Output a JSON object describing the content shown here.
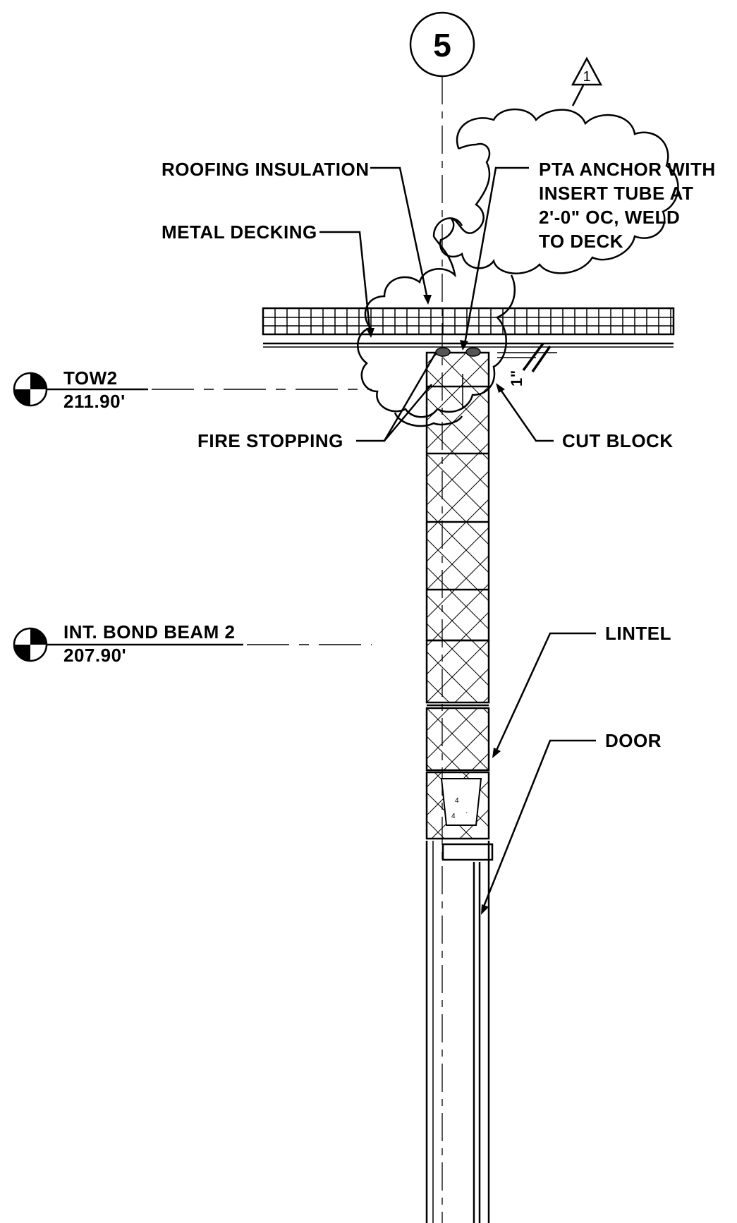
{
  "grid_bubble": {
    "label": "5"
  },
  "revision": {
    "number": "1"
  },
  "labels": {
    "roofing_insulation": "ROOFING INSULATION",
    "metal_decking": "METAL DECKING",
    "pta_anchor": [
      "PTA ANCHOR WITH",
      "INSERT TUBE AT",
      "2'-0\" OC, WELD",
      "TO DECK"
    ],
    "fire_stopping": "FIRE STOPPING",
    "cut_block": "CUT BLOCK",
    "lintel": "LINTEL",
    "door": "DOOR",
    "gap_dim": "1\""
  },
  "elevations": [
    {
      "name": "TOW2",
      "value": "211.90'"
    },
    {
      "name": "INT. BOND BEAM 2",
      "value": "207.90'"
    }
  ],
  "colors": {
    "line": "#000000",
    "fill_dark": "#555555",
    "background": "#ffffff"
  }
}
